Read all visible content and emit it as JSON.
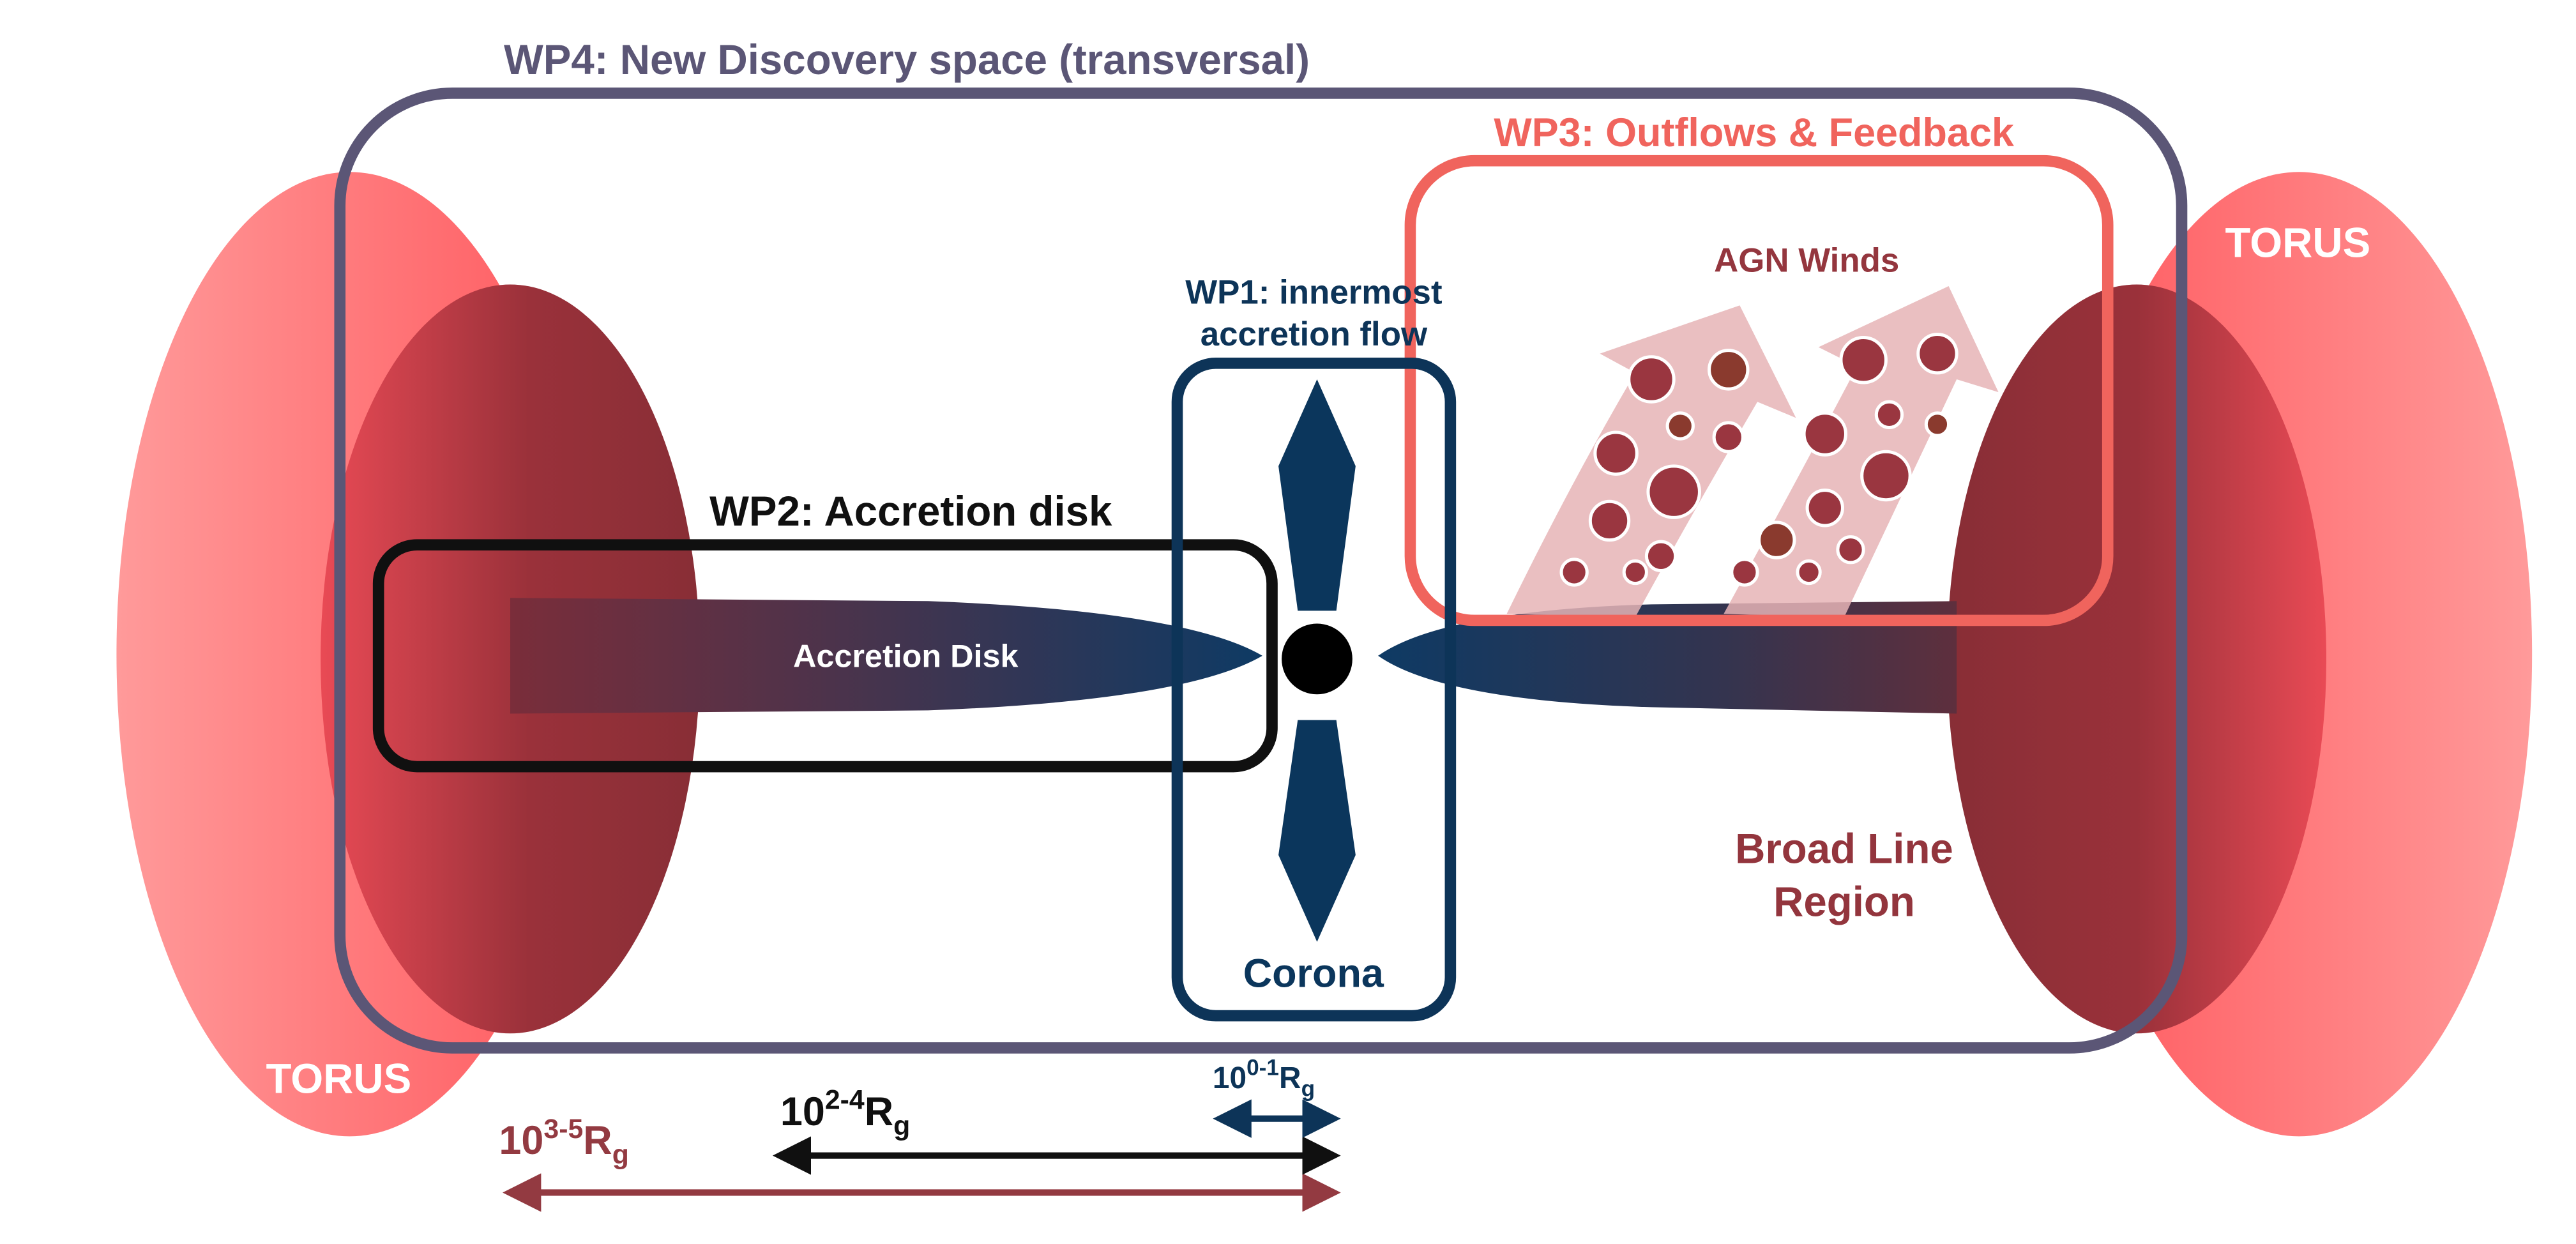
{
  "diagram": {
    "labels": {
      "wp4_title": "WP4: New Discovery space (transversal)",
      "wp3_title": "WP3: Outflows & Feedback",
      "wp2_title": "WP2: Accretion disk",
      "wp1_line1": "WP1: innermost",
      "wp1_line2": "accretion flow",
      "torus_left": "TORUS",
      "torus_right": "TORUS",
      "agn_winds": "AGN Winds",
      "blr_line1": "Broad Line",
      "blr_line2": "Region",
      "accretion_disk": "Accretion Disk",
      "corona": "Corona"
    },
    "scales": [
      {
        "id": "outer",
        "base": "10",
        "exponent": "3-5",
        "unit": "R",
        "subscript": "g"
      },
      {
        "id": "disk",
        "base": "10",
        "exponent": "2-4",
        "unit": "R",
        "subscript": "g"
      },
      {
        "id": "inner",
        "base": "10",
        "exponent": "0-1",
        "unit": "R",
        "subscript": "g"
      }
    ],
    "colors": {
      "wp4_border": "#5b5676",
      "wp3_border": "#f0645d",
      "wp2_border": "#101010",
      "wp1_border": "#0d3458",
      "torus_light": "#ff6e6e",
      "torus_dark": "#8e2f36",
      "disk_dark": "#14365c",
      "wind_arrow": "#e6b4b6",
      "cloud": "#9a3640"
    }
  }
}
